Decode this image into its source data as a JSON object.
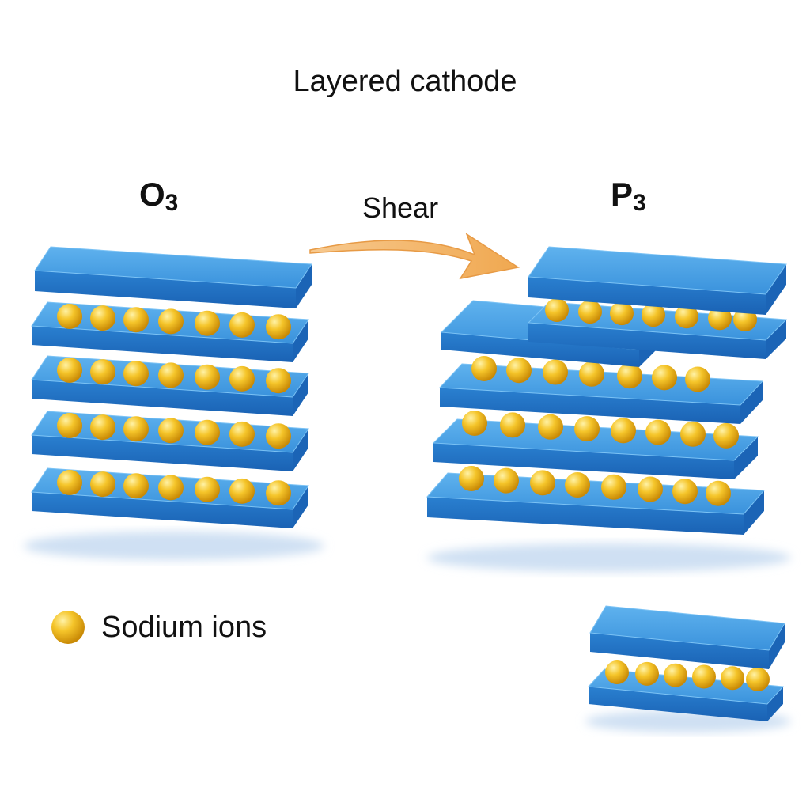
{
  "title": "Layered cathode",
  "left_structure": {
    "label_main": "O",
    "label_sub": "3"
  },
  "right_structure": {
    "label_main": "P",
    "label_sub": "3"
  },
  "transition": {
    "label": "Shear"
  },
  "legend": {
    "ion_label": "Sodium ions"
  },
  "colors": {
    "slab_top": "#3f9be0",
    "slab_side": "#1f6fc4",
    "ion": "#f0b418",
    "ion_highlight": "#fff2a6",
    "arrow": "#f2b36a"
  }
}
